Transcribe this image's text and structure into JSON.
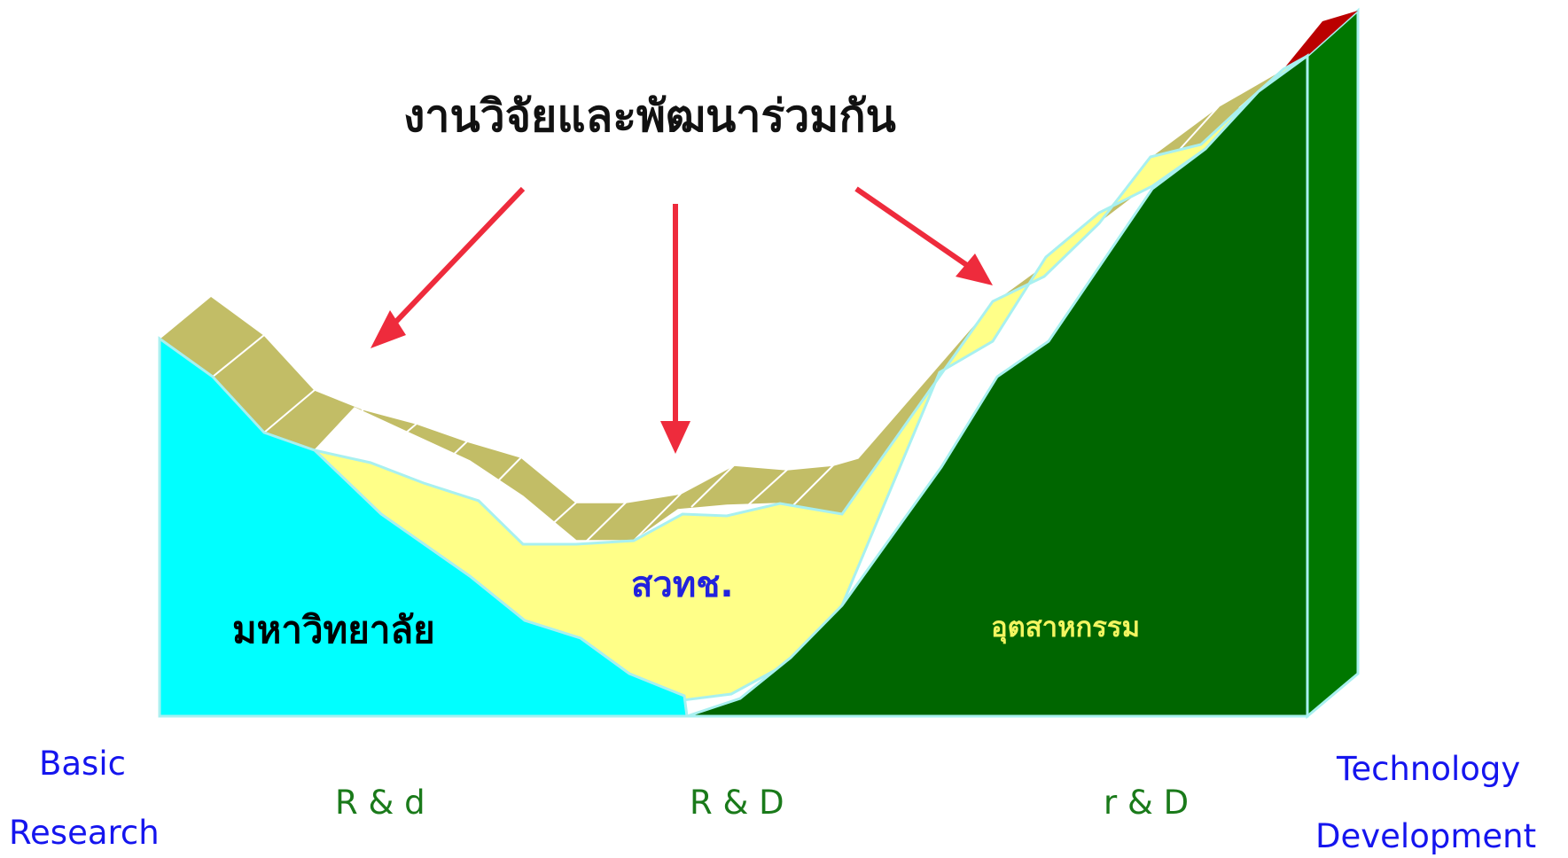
{
  "heading": "งานวิจัยและพัฒนาร่วมกัน",
  "regions": {
    "university": "มหาวิทยาลัย",
    "agency": "สวทช.",
    "industry": "อุตสาหกรรม"
  },
  "axis": {
    "left_line1": "Basic",
    "left_line2": "Research",
    "stage1": "R & d",
    "stage2": "R & D",
    "stage3": "r & D",
    "right_line1": "Technology",
    "right_line2": "Development"
  },
  "colors": {
    "university": "#00ffff",
    "agency": "#ffff88",
    "industry": "#006600",
    "industry_side": "#007700",
    "top_surface": "#c2bd66",
    "peak": "#bb0000",
    "arrow": "#ee2b3c",
    "edge": "#a8f0f0"
  }
}
